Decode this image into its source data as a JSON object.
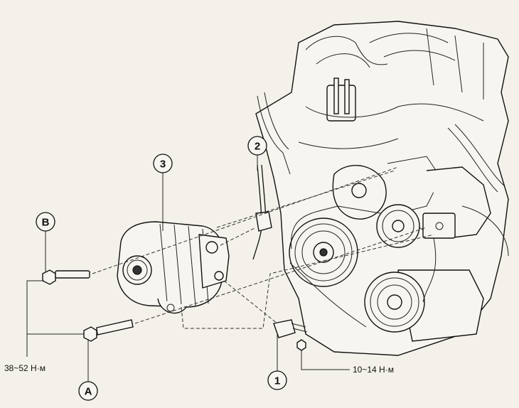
{
  "callouts": {
    "c1": "1",
    "c2": "2",
    "c3": "3",
    "cA": "A",
    "cB": "B"
  },
  "torques": {
    "bolts_ab": "38~52 Н·м",
    "terminal_nut": "10~14 Н·м"
  }
}
